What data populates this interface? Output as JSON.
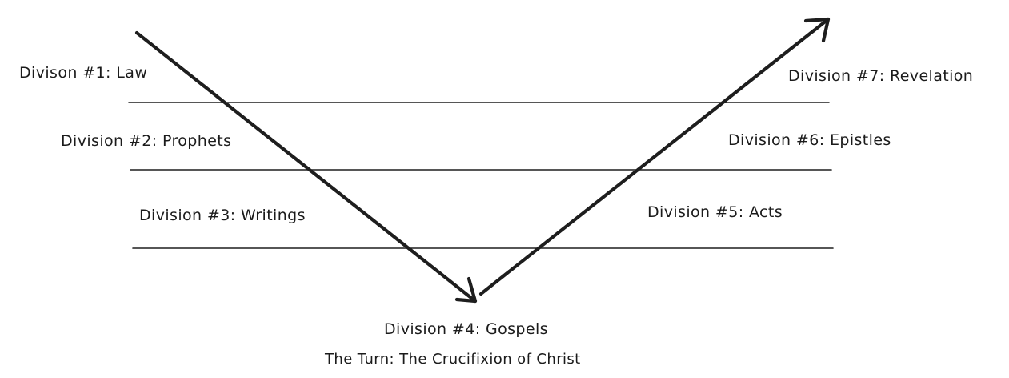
{
  "divisions": {
    "d1": "Divison #1: Law",
    "d2": "Division #2: Prophets",
    "d3": "Division #3: Writings",
    "d4": "Division #4: Gospels",
    "d5": "Division #5: Acts",
    "d6": "Division #6: Epistles",
    "d7": "Division #7: Revelation"
  },
  "turn_label": "The Turn: The Crucifixion of Christ",
  "colors": {
    "ink": "#1e1e1e",
    "background": "#ffffff"
  }
}
